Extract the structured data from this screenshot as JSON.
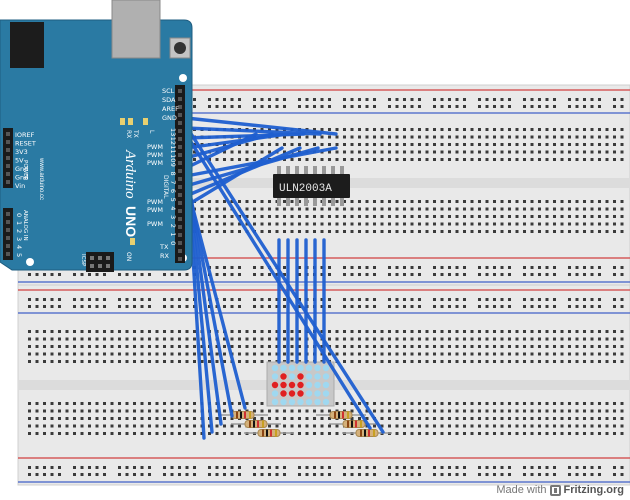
{
  "board": {
    "brand": "Arduino",
    "model": "UNO",
    "website": "www.arduino.cc",
    "header_digital": "DIGITAL",
    "header_analog": "ANALOG IN",
    "header_power": "POWER",
    "icsp": "ICSP",
    "on": "ON",
    "tx": "TX",
    "rx": "RX",
    "l": "L",
    "pin_labels_right": [
      "SCL",
      "SDA",
      "AREF",
      "GND"
    ],
    "pwm_label": "PWM",
    "txrx_labels": [
      "TX",
      "RX"
    ],
    "power_pins": [
      "IOREF",
      "RESET",
      "3V3",
      "5V",
      "Gnd",
      "Gnd",
      "Vin"
    ],
    "analog_pins": [
      "0",
      "1",
      "2",
      "3",
      "4",
      "5"
    ],
    "digital_numbers": [
      "13",
      "12",
      "11",
      "10",
      "9",
      "8",
      "7",
      "6",
      "5",
      "4",
      "3",
      "2",
      "1",
      "0"
    ]
  },
  "chip": {
    "label": "ULN2003A"
  },
  "colors": {
    "board": "#2a7aa3",
    "wire": "#1f5fd0",
    "breadboard": "#e8e8e8",
    "rail_red": "#d24040",
    "rail_blue": "#4060c8",
    "led_on": "#e02020",
    "led_off": "#9fd8f0",
    "matrix": "#c8c8c8"
  },
  "footer": {
    "made_with": "Made with",
    "brand": "Fritzing.org"
  }
}
